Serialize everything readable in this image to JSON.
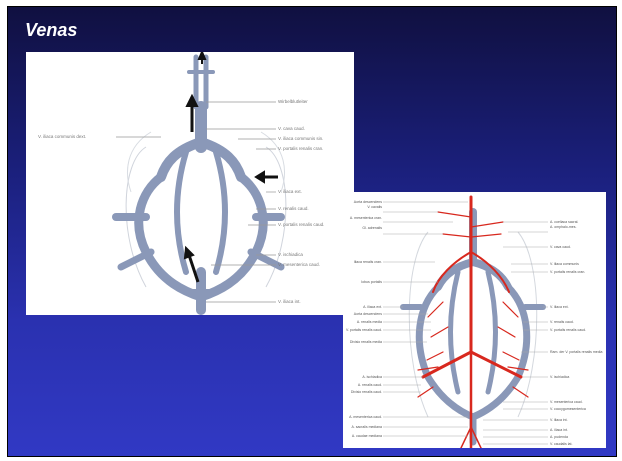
{
  "slide": {
    "title": "Venas"
  },
  "diagram_left": {
    "labels_right": [
      "Wirbelblutleiter",
      "V. cava caud.",
      "V. iliaca communis sin.",
      "V. portalis renalis cran.",
      "V. iliaca ext.",
      "V. renalis caud.",
      "V. portalis renalis caud.",
      "V. ischiadica",
      "V. mesenterica caud.",
      "V. iliaca int."
    ],
    "label_left": "V. iliaca communis dext."
  },
  "diagram_right": {
    "labels_left": [
      "Aorta descendens",
      "V. cavalis",
      "A. mesenterica cran.",
      "Gl. adrenalis",
      "Iliaca renalis cran.",
      "Iobus portalis",
      "A. iliaca ext.",
      "Aorta descendens",
      "A. renalis media",
      "V. portalis renalis caud.",
      "Divisio renalis media",
      "A. ischiadica",
      "A. renalis caud.",
      "Divisio renalis caud.",
      "A. mesenterica caud.",
      "A. sacralis mediana",
      "A. caudae mediana"
    ],
    "labels_right": [
      "A. coeliaca sacral.",
      "A. omphalo-mes.",
      "V. cava caud.",
      "V. iliaca communis",
      "V. portalis renalis cran.",
      "V. iliaca ext.",
      "V. renalis caud.",
      "V. portalis renalis caud.",
      "Ram. der V. portalis renalis media",
      "V. ischiadica",
      "V. mesenterica caud.",
      "V. coccygomesenterica",
      "V. iliaca int.",
      "A. iliaca int.",
      "A. pudenda",
      "V. caudalis lat."
    ]
  }
}
